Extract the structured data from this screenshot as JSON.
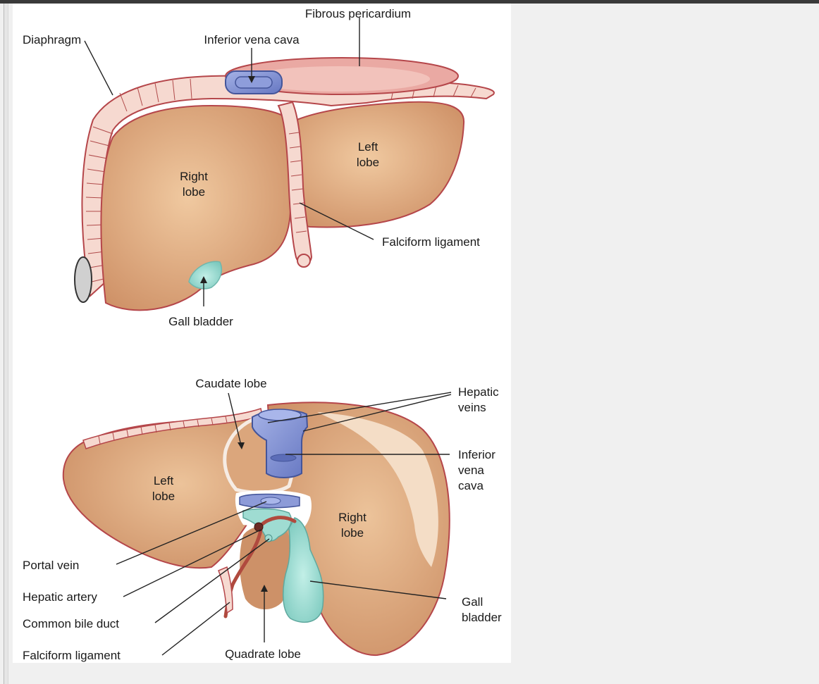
{
  "top_view": {
    "labels": {
      "fibrous_pericardium": "Fibrous pericardium",
      "diaphragm": "Diaphragm",
      "inferior_vena_cava": "Inferior vena cava",
      "left_lobe_1": "Left",
      "left_lobe_2": "lobe",
      "right_lobe_1": "Right",
      "right_lobe_2": "lobe",
      "falciform_ligament": "Falciform ligament",
      "gall_bladder": "Gall bladder"
    }
  },
  "bottom_view": {
    "labels": {
      "caudate_lobe": "Caudate lobe",
      "hepatic_veins_1": "Hepatic",
      "hepatic_veins_2": "veins",
      "inferior_vena_cava_1": "Inferior",
      "inferior_vena_cava_2": "vena",
      "inferior_vena_cava_3": "cava",
      "left_lobe_1": "Left",
      "left_lobe_2": "lobe",
      "right_lobe_1": "Right",
      "right_lobe_2": "lobe",
      "portal_vein": "Portal vein",
      "hepatic_artery": "Hepatic artery",
      "common_bile_duct": "Common bile duct",
      "falciform_ligament": "Falciform ligament",
      "quadrate_lobe": "Quadrate lobe",
      "gall_bladder_1": "Gall",
      "gall_bladder_2": "bladder"
    }
  },
  "colors": {
    "liver": "#d9a57a",
    "liver_light": "#f0d3b4",
    "outline": "#b5464a",
    "diaphragm": "#e9b7ae",
    "pericardium": "#e9a7a1",
    "vein_blue": "#7f90d2",
    "gall_teal": "#8fd6cc",
    "artery": "#b04a3e",
    "background": "#f0f0f0"
  }
}
